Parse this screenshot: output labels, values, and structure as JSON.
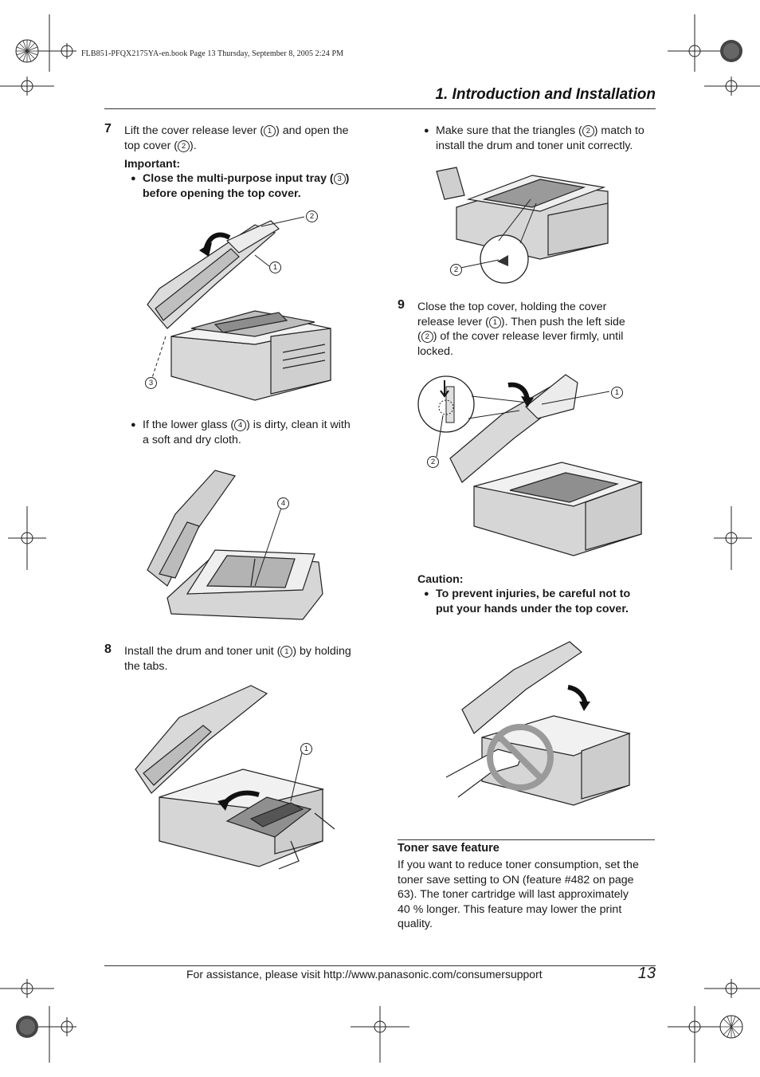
{
  "print_info": "FLB851-PFQX2175YA-en.book  Page 13  Thursday, September 8, 2005  2:24 PM",
  "header": {
    "section_title": "1. Introduction and Installation"
  },
  "step7": {
    "number": "7",
    "text_1": "Lift the cover release lever (",
    "text_2": ") and open the",
    "text_3": "top cover (",
    "text_4": ").",
    "important_label": "Important:",
    "important_1": "Close the multi-purpose input tray (",
    "important_2": ")",
    "important_3": "before opening the top cover.",
    "lower_glass_1": "If the lower glass (",
    "lower_glass_2": ") is dirty, clean it with",
    "lower_glass_3": "a soft and dry cloth."
  },
  "step8": {
    "number": "8",
    "text_1": "Install the drum and toner unit (",
    "text_2": ") by holding",
    "text_3": "the tabs."
  },
  "triangles_note": {
    "text_1": "Make sure that the triangles (",
    "text_2": ") match to",
    "text_3": "install the drum and toner unit correctly."
  },
  "step9": {
    "number": "9",
    "text_1": "Close the top cover, holding the cover",
    "text_2": "release lever (",
    "text_3": "). Then push the left side",
    "text_4": "(",
    "text_5": ") of the cover release lever firmly, until",
    "text_6": "locked.",
    "caution_label": "Caution:",
    "caution_1": "To prevent injuries, be careful not to",
    "caution_2": "put your hands under the top cover."
  },
  "toner_save": {
    "heading": "Toner save feature",
    "line_1": "If you want to reduce toner consumption, set the",
    "line_2": "toner save setting to ON (feature #482 on page",
    "line_3": "63). The toner cartridge will last approximately",
    "line_4": "40 % longer. This feature may lower the print",
    "line_5": "quality."
  },
  "callouts": {
    "c1": "1",
    "c2": "2",
    "c3": "3",
    "c4": "4"
  },
  "footer": {
    "assistance": "For assistance, please visit http://www.panasonic.com/consumersupport",
    "page_number": "13"
  }
}
